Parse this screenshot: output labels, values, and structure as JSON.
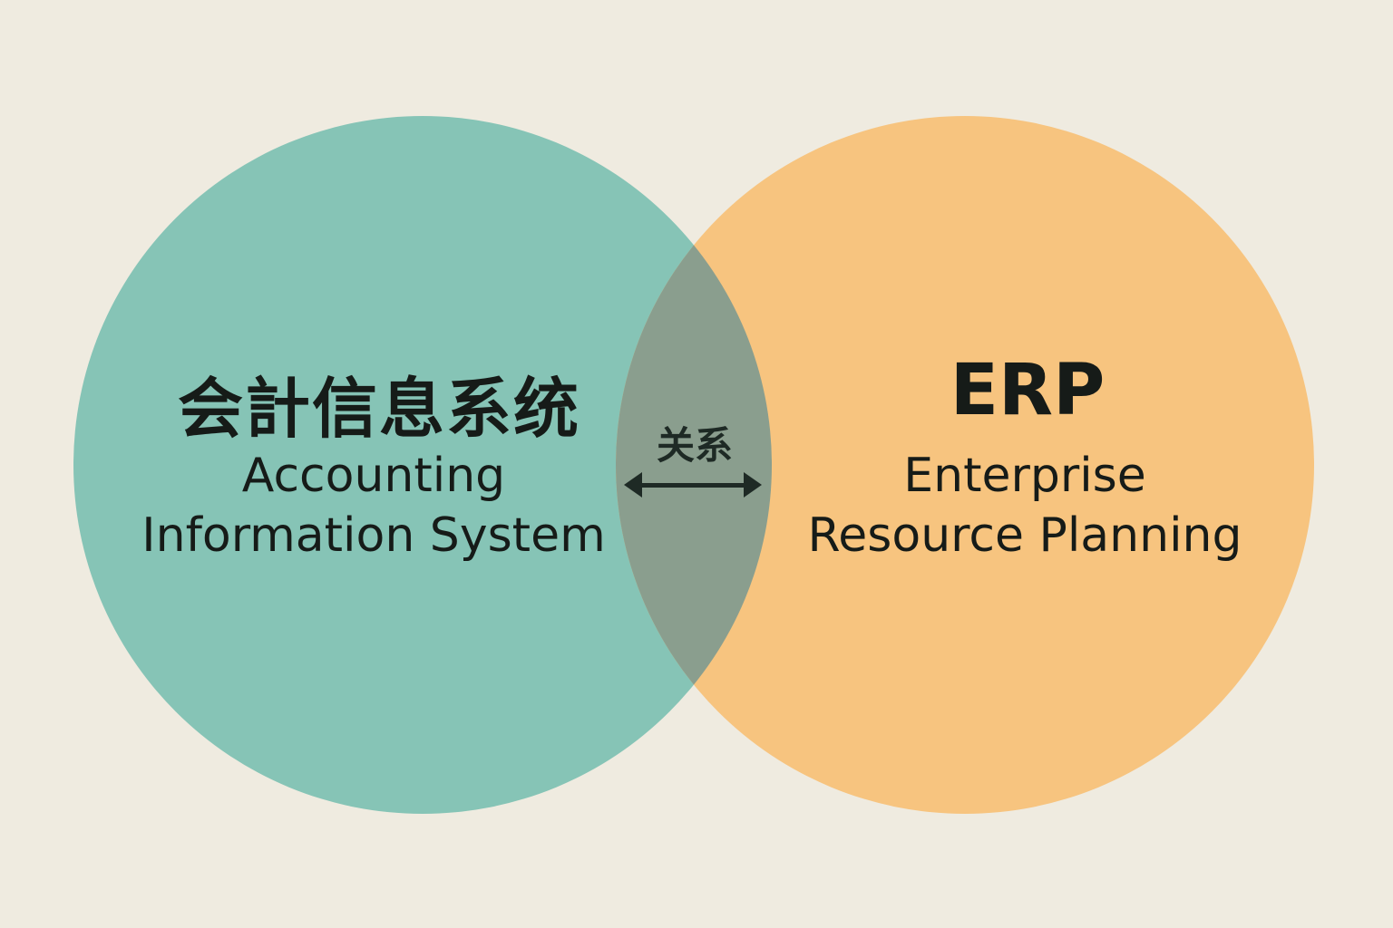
{
  "colors": {
    "background": "#efebe0",
    "left": "#86c4b6",
    "right": "#f7c47f",
    "overlap": "#8a9e8e",
    "arrow": "#1e2a25"
  },
  "left": {
    "title": "会計信息系统",
    "subtitle_line1": "Accounting",
    "subtitle_line2": "Information System"
  },
  "right": {
    "title": "ERP",
    "subtitle_line1": "Enterprise",
    "subtitle_line2": "Resource Planning"
  },
  "overlap": {
    "label": "关系",
    "arrow_icon": "double-arrow-icon"
  }
}
